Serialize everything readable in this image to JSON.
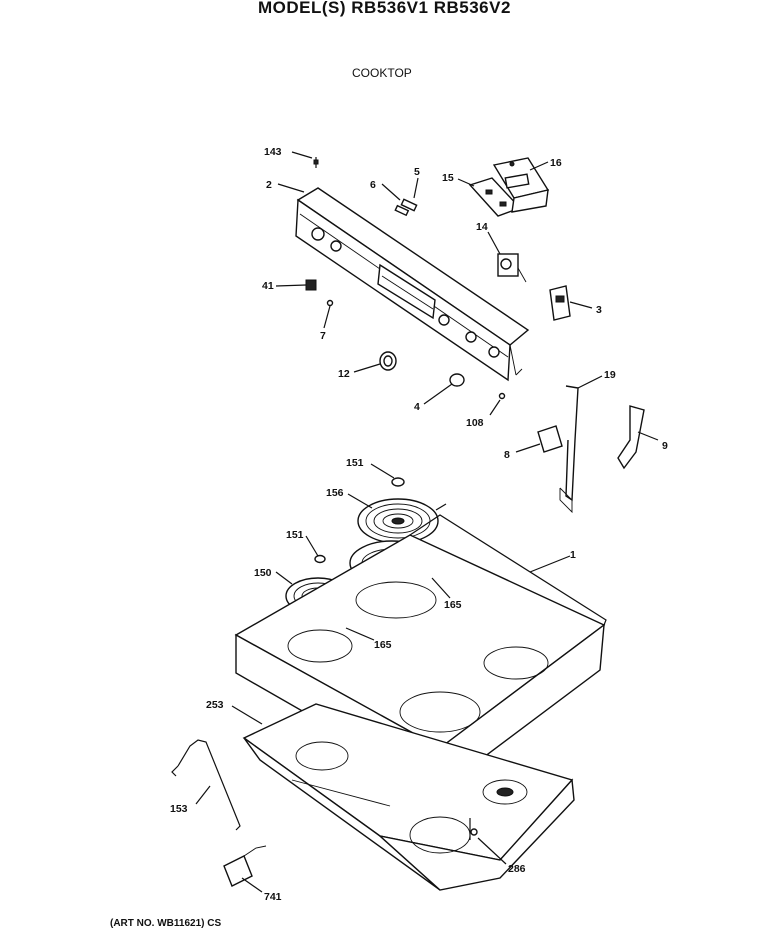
{
  "header": {
    "title": "MODEL(S) RB536V1  RB536V2",
    "subtitle": "COOKTOP"
  },
  "footer": {
    "art_no": "(ART NO. WB11621) CS"
  },
  "callouts": {
    "c143": "143",
    "c2": "2",
    "c6": "6",
    "c5": "5",
    "c15": "15",
    "c16": "16",
    "c14": "14",
    "c41": "41",
    "c3": "3",
    "c7": "7",
    "c12": "12",
    "c19": "19",
    "c4": "4",
    "c108": "108",
    "c8": "8",
    "c9": "9",
    "c151a": "151",
    "c156": "156",
    "c151b": "151",
    "c1": "1",
    "c150": "150",
    "c165a": "165",
    "c165b": "165",
    "c253": "253",
    "c153": "153",
    "c286": "286",
    "c741": "741"
  }
}
